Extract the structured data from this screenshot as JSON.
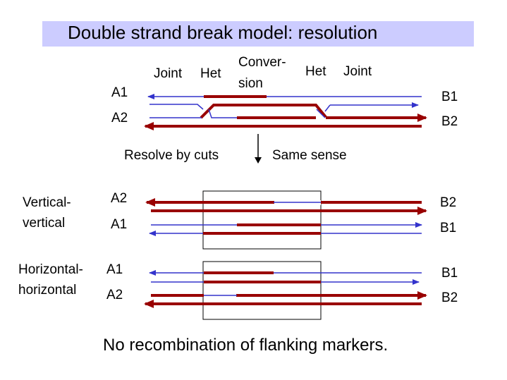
{
  "title": "Double strand break model: resolution",
  "labels": {
    "joint_left": "Joint",
    "het_left": "Het",
    "conversion_1": "Conver-",
    "conversion_2": "sion",
    "het_right": "Het",
    "joint_right": "Joint"
  },
  "strands": {
    "top": {
      "a1": "A1",
      "a2": "A2",
      "b1": "B1",
      "b2": "B2"
    },
    "vertical": {
      "a2": "A2",
      "a1": "A1",
      "b2": "B2",
      "b1": "B1"
    },
    "horizontal": {
      "a1": "A1",
      "a2": "A2",
      "b1": "B1",
      "b2": "B2"
    }
  },
  "resolve": {
    "left": "Resolve by cuts",
    "right": "Same sense"
  },
  "rows": {
    "vertical_1": "Vertical-",
    "vertical_2": "vertical",
    "horizontal_1": "Horizontal-",
    "horizontal_2": "horizontal"
  },
  "footer": "No recombination of flanking markers.",
  "colors": {
    "blue": "#3333cc",
    "red": "#990000",
    "title_bg": "#ccccff"
  }
}
